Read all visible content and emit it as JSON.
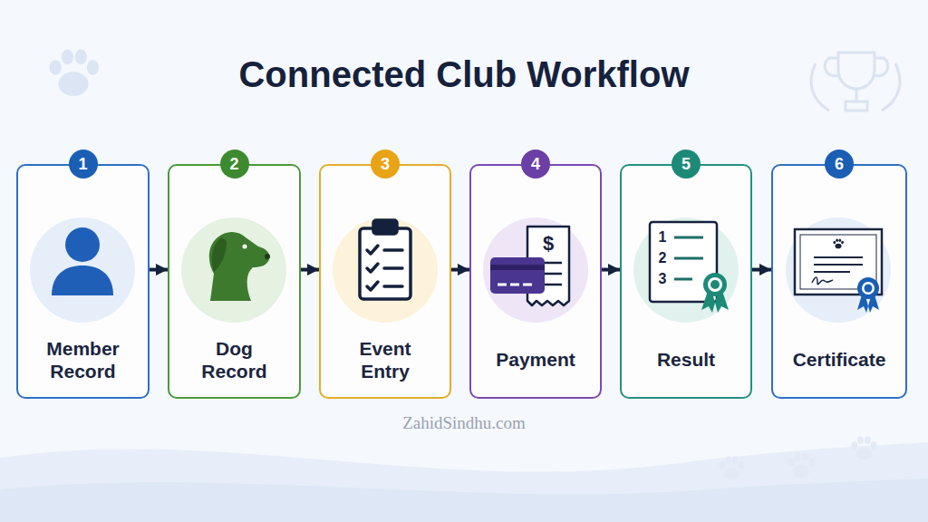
{
  "diagram": {
    "title": "Connected Club Workflow",
    "nodes": [
      {
        "text": [
          "1",
          "Member Record"
        ]
      },
      {
        "text": [
          "2",
          "Dog Record"
        ]
      },
      {
        "text": [
          "3",
          "Event Entry"
        ]
      },
      {
        "text": [
          "4",
          "Payment"
        ]
      },
      {
        "text": [
          "5",
          "Result"
        ]
      },
      {
        "text": [
          "6",
          "Certificate"
        ]
      }
    ],
    "edges": [
      {
        "from": 0,
        "to": 1,
        "arrow": "to"
      },
      {
        "from": 1,
        "to": 2,
        "arrow": "to"
      },
      {
        "from": 2,
        "to": 3,
        "arrow": "to"
      },
      {
        "from": 3,
        "to": 4,
        "arrow": "to"
      },
      {
        "from": 4,
        "to": 5,
        "arrow": "to"
      }
    ],
    "labels": [
      "$",
      "1",
      "2",
      "3",
      "ZahidSindhu.com"
    ]
  }
}
